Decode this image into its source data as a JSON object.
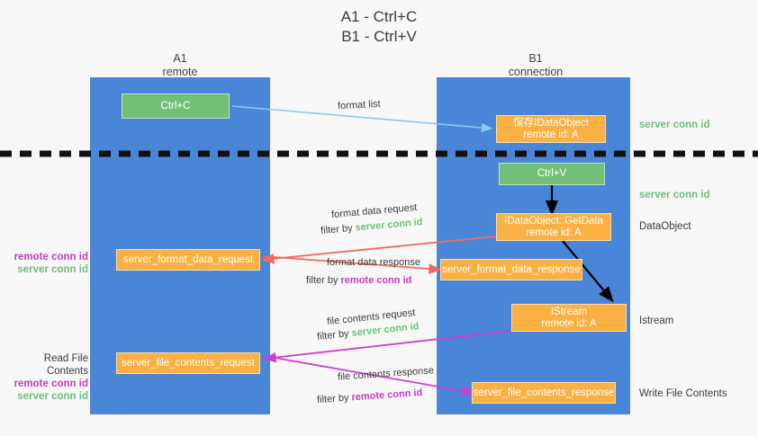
{
  "title": {
    "line1": "A1 - Ctrl+C",
    "line2": "B1 - Ctrl+V"
  },
  "columns": [
    {
      "name": "A1",
      "sub": "remote"
    },
    {
      "name": "B1",
      "sub": "connection"
    }
  ],
  "boxes": {
    "ctrl_c": "Ctrl+C",
    "ctrl_v": "Ctrl+V",
    "idataobject_top_l1": "保存IDataObject",
    "idataobject_top_l2": "remote id: A",
    "getdata_l1": "IDataObject::GetData",
    "getdata_l2": "remote id: A",
    "istream_l1": "IStream",
    "istream_l2": "remote id: A",
    "server_format_data_request": "server_format_data_request",
    "server_format_data_response": "server_format_data_response",
    "server_file_contents_request": "server_file_contents_request",
    "server_file_contents_response": "server_file_contents_response"
  },
  "right_annotations": [
    {
      "text": "server conn id",
      "style": "green"
    },
    {
      "text": "server conn id",
      "style": "green"
    },
    {
      "text": "DataObject",
      "style": "dark"
    },
    {
      "text": "Istream",
      "style": "dark"
    },
    {
      "text": "Write File Contents",
      "style": "dark"
    }
  ],
  "left_annotations": {
    "group1": [
      {
        "text": "remote conn id",
        "style": "purple"
      },
      {
        "text": "server conn id",
        "style": "green"
      }
    ],
    "group2_title": "Read File Contents",
    "group2": [
      {
        "text": "remote conn id",
        "style": "purple"
      },
      {
        "text": "server conn id",
        "style": "green"
      }
    ]
  },
  "edge_labels": {
    "format_list": "format list",
    "format_data_request": "format data request",
    "format_data_request_filter_prefix": "filter by ",
    "format_data_request_filter_value": "server conn id",
    "format_data_response": "format data response",
    "format_data_response_filter_prefix": "filter by ",
    "format_data_response_filter_value": "remote conn id",
    "file_contents_request": "file contents request",
    "file_contents_request_filter_prefix": "filter by ",
    "file_contents_request_filter_value": "server conn id",
    "file_contents_response": "file contents response",
    "file_contents_response_filter_prefix": "filter by ",
    "file_contents_response_filter_value": "remote conn id"
  },
  "colors": {
    "lane": "#4a86d8",
    "green_box": "#72c077",
    "orange_box": "#fbb043",
    "green_text": "#6cc07a",
    "purple_text": "#bf40bf",
    "red_arrow": "#f4695e",
    "magenta_arrow": "#cc3fcc",
    "blue_arrow": "#8ec6ef",
    "black_arrow": "#000000",
    "background": "#f7f7f7"
  }
}
